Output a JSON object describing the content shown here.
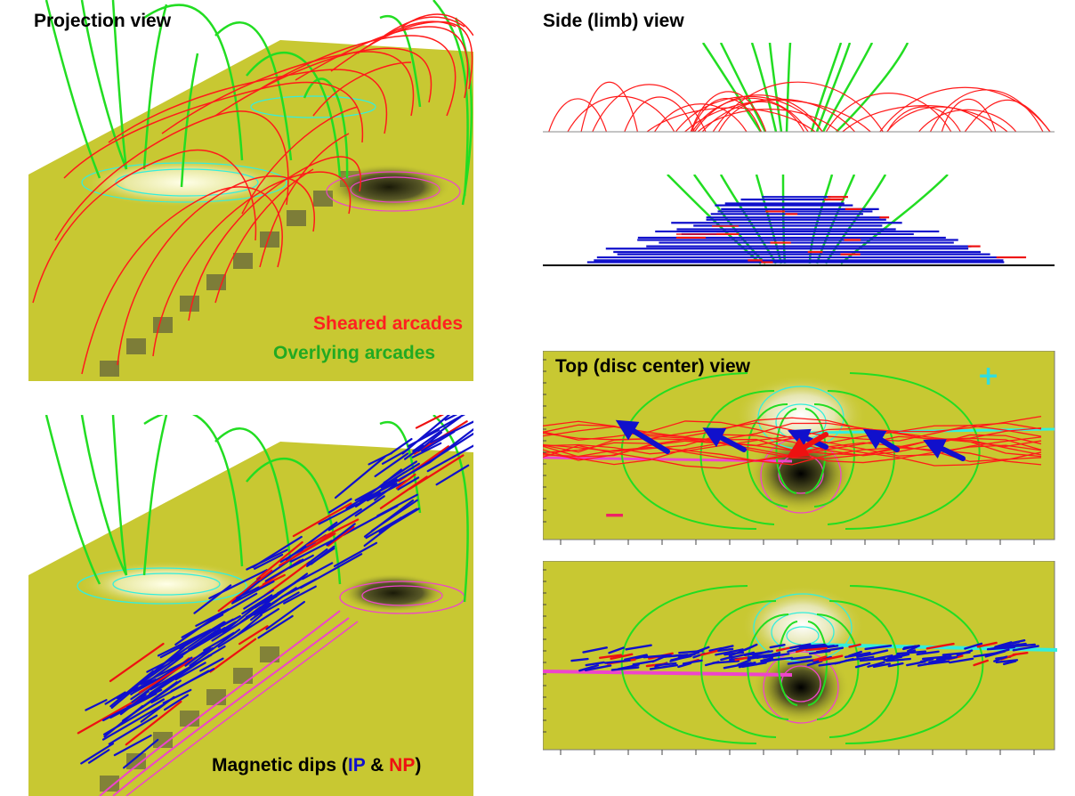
{
  "projection_panel": {
    "title": "Projection view",
    "legend_sheared": "Sheared arcades",
    "legend_overlying": "Overlying arcades"
  },
  "dips_panel": {
    "legend_prefix": "Magnetic dips (",
    "legend_ip": "IP",
    "legend_amp": " & ",
    "legend_np": "NP",
    "legend_suffix": ")"
  },
  "side_panel": {
    "title": "Side (limb) view"
  },
  "top_panel": {
    "title": "Top (disc center) view",
    "plus_sign": "+",
    "minus_sign": "−"
  },
  "colors": {
    "sheared_arcades": "#ff1a1a",
    "overlying_arcades": "#22dd22",
    "inverse_polarity_dips": "#1010cc",
    "normal_polarity_dips": "#ee1111",
    "positive_contours": "#33eedd",
    "negative_contours": "#ee44cc",
    "photosphere": "#c8c832",
    "legend_green": "#22aa22"
  }
}
